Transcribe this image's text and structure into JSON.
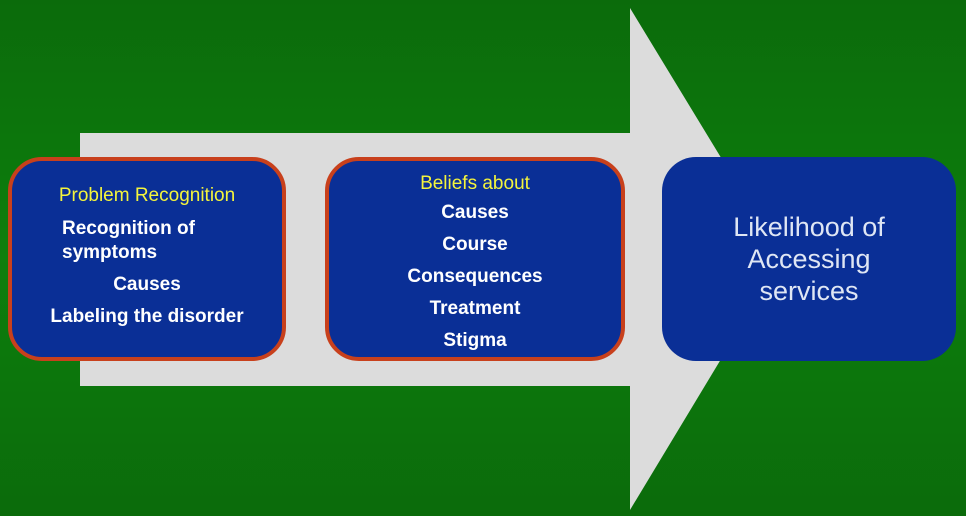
{
  "colors": {
    "background": "#0d7f0d",
    "arrow": "#dcdcdc",
    "box": "#0a2f96",
    "border": "#c8401c",
    "heading": "#f4f43c"
  },
  "boxes": [
    {
      "heading": "Problem Recognition",
      "items": [
        "Recognition of symptoms",
        "Causes",
        "Labeling the disorder"
      ]
    },
    {
      "heading": "Beliefs about",
      "items": [
        "Causes",
        "Course",
        "Consequences",
        "Treatment",
        "Stigma"
      ]
    },
    {
      "text": "Likelihood of Accessing services"
    }
  ]
}
